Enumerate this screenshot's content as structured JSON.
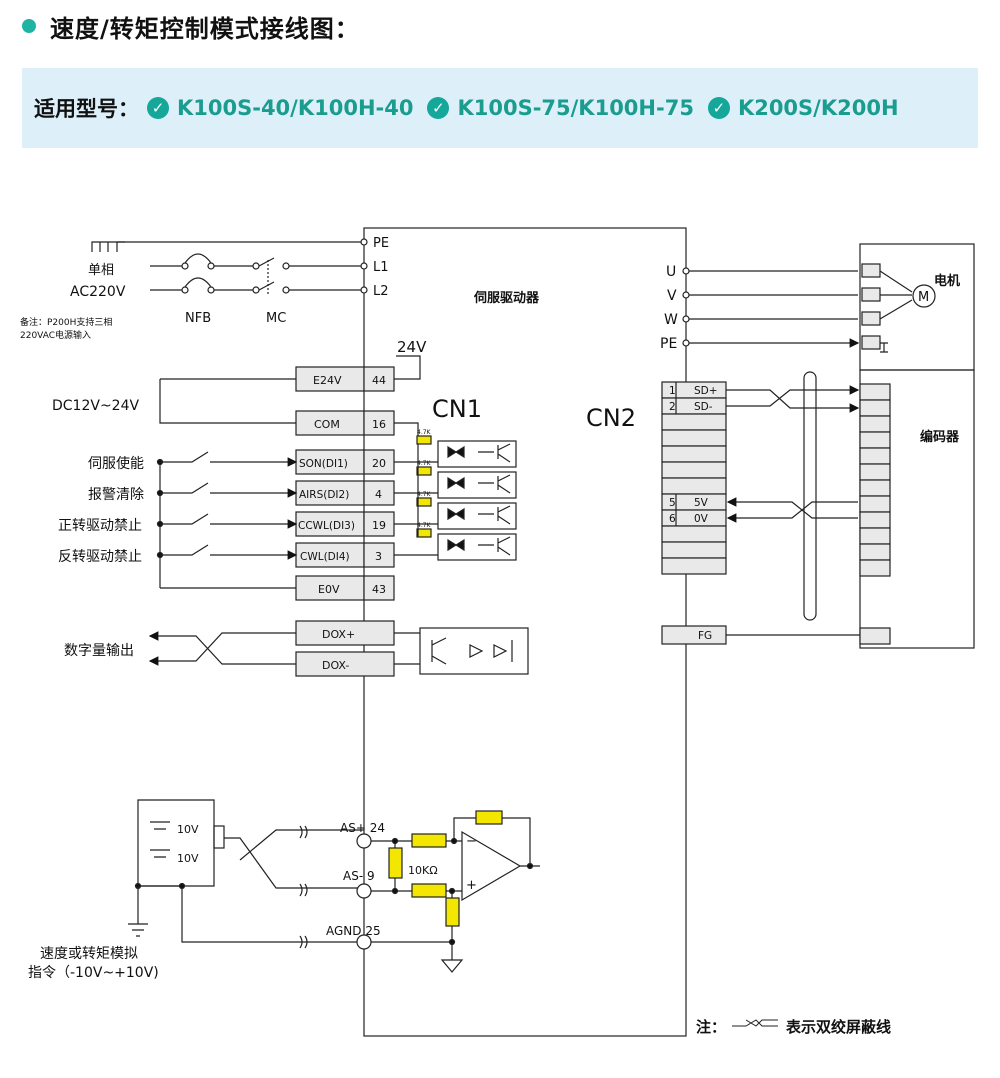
{
  "header": {
    "title": "速度/转矩控制模式接线图："
  },
  "models": {
    "label": "适用型号：",
    "items": [
      "K100S-40/K100H-40",
      "K100S-75/K100H-75",
      "K200S/K200H"
    ]
  },
  "power": {
    "single_phase": "单相",
    "voltage": "AC220V",
    "note_line1": "备注：P200H支持三相",
    "note_line2": "220VAC电源输入",
    "nfb": "NFB",
    "mc": "MC",
    "terminals": [
      "PE",
      "L1",
      "L2"
    ]
  },
  "driver": {
    "label": "伺服驱动器",
    "cn1": "CN1",
    "cn2": "CN2"
  },
  "cn1": {
    "supply_label": "DC12V~24V",
    "v24": "24V",
    "resistor": "4.7K",
    "pins": [
      {
        "name": "E24V",
        "num": "44"
      },
      {
        "name": "COM",
        "num": "16"
      },
      {
        "name": "SON(DI1)",
        "num": "20"
      },
      {
        "name": "AIRS(DI2)",
        "num": "4"
      },
      {
        "name": "CCWL(DI3)",
        "num": "19"
      },
      {
        "name": "CWL(DI4)",
        "num": "3"
      },
      {
        "name": "E0V",
        "num": "43"
      },
      {
        "name": "DOX+",
        "num": ""
      },
      {
        "name": "DOX-",
        "num": ""
      }
    ],
    "inputs": [
      "伺服使能",
      "报警清除",
      "正转驱动禁止",
      "反转驱动禁止"
    ],
    "digital_out": "数字量输出"
  },
  "cn2": {
    "motor_terminals": [
      "U",
      "V",
      "W",
      "PE"
    ],
    "motor_label": "电机",
    "motor_symbol": "M",
    "encoder_label": "编码器",
    "pins": [
      {
        "num": "1",
        "name": "SD+"
      },
      {
        "num": "2",
        "name": "SD-"
      },
      {
        "num": "5",
        "name": "5V"
      },
      {
        "num": "6",
        "name": "0V"
      }
    ],
    "fg": "FG"
  },
  "analog": {
    "v1": "10V",
    "v2": "10V",
    "pins": [
      "AS+ 24",
      "AS- 9",
      "AGND 25"
    ],
    "resistor": "10KΩ",
    "cmd_line1": "速度或转矩模拟",
    "cmd_line2": "指令（-10V~+10V)"
  },
  "footer": {
    "note_prefix": "注：",
    "note_text": "表示双绞屏蔽线"
  },
  "colors": {
    "accent": "#1fb3a4",
    "check": "#14a79a",
    "model_text": "#1a9c8f",
    "bar_bg": "#ddf0fa",
    "resistor": "#f3e600",
    "pin_box": "#e9e9e9"
  }
}
